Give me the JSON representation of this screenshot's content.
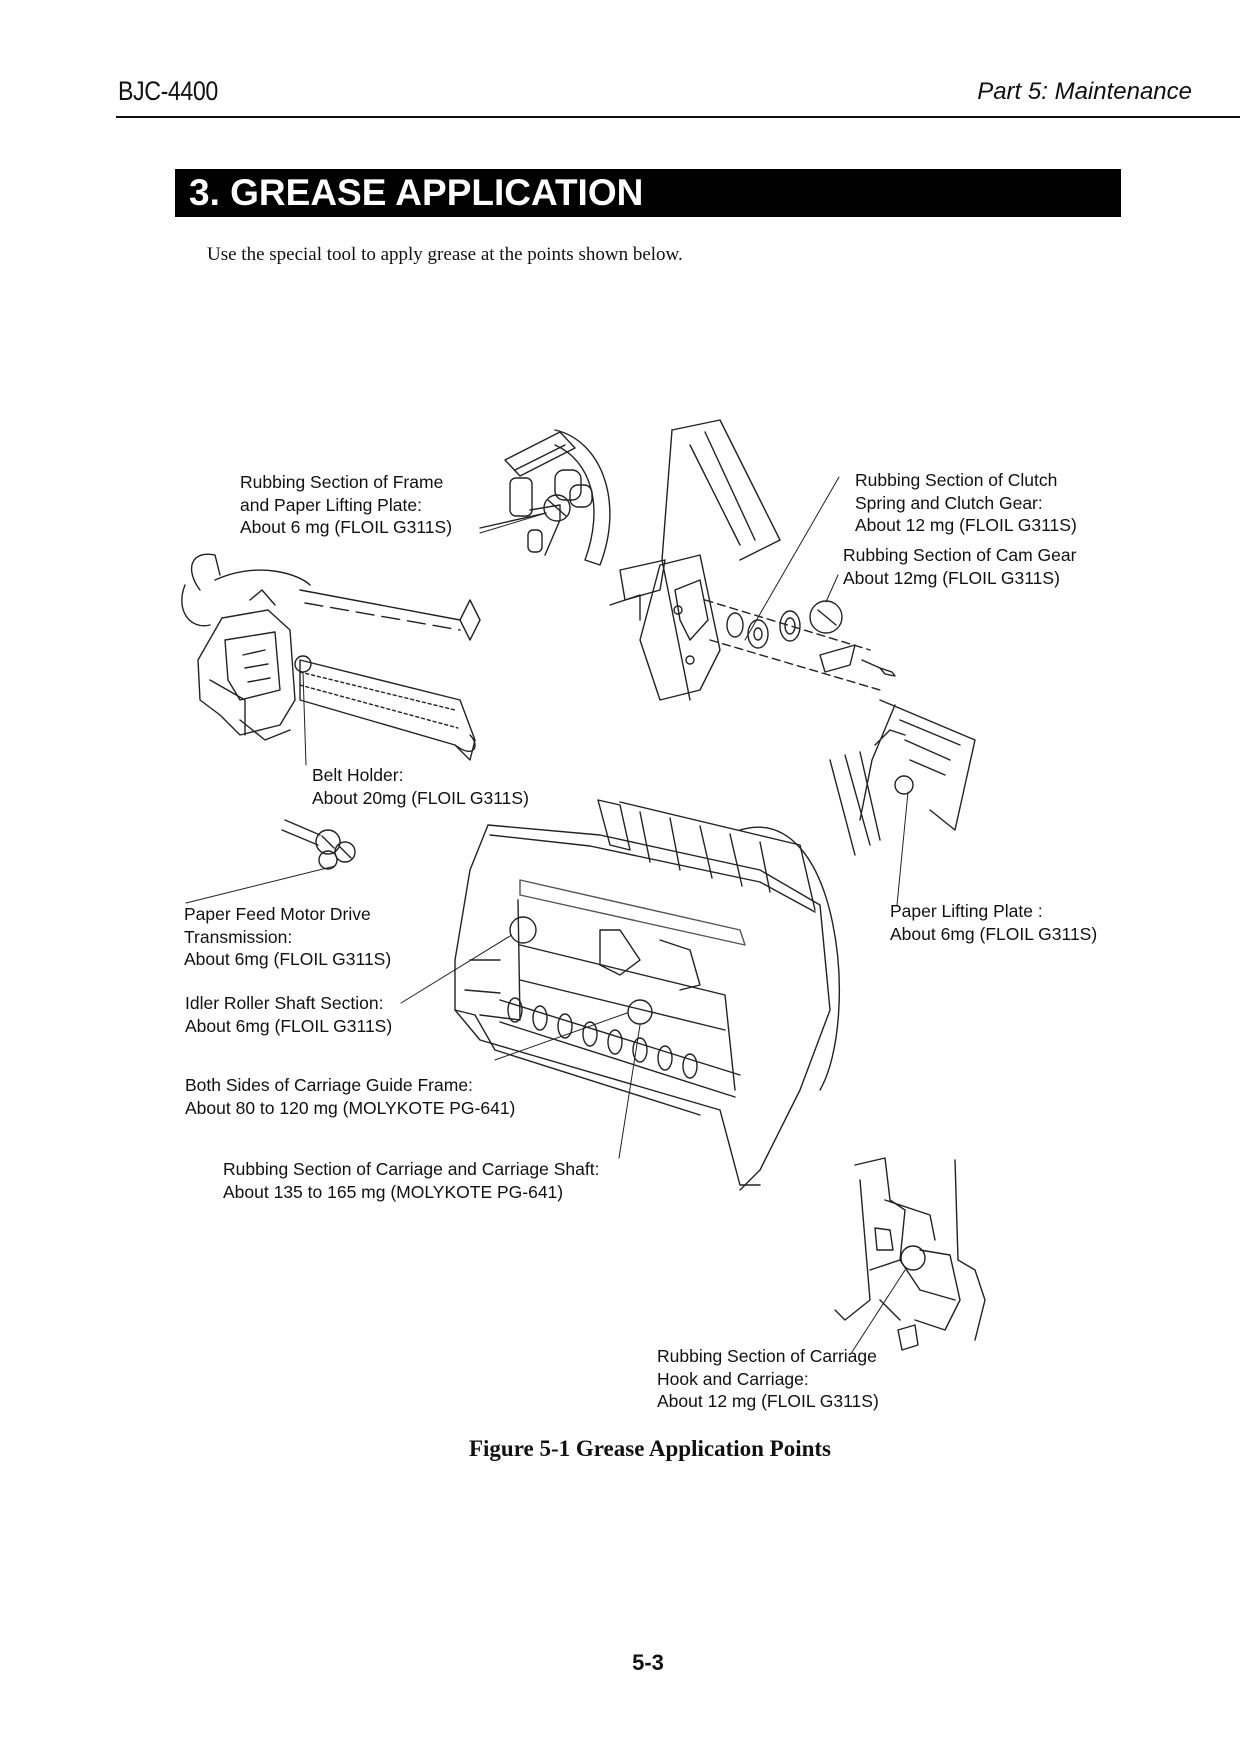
{
  "header": {
    "model": "BJC-4400",
    "part": "Part 5: Maintenance"
  },
  "section": {
    "title": "3. GREASE APPLICATION",
    "intro": "Use the special tool to apply grease at the points shown below."
  },
  "callouts": {
    "frame_lifting_plate": {
      "lines": [
        "Rubbing Section of Frame",
        "and Paper Lifting Plate:",
        "About 6 mg (FLOIL G311S)"
      ]
    },
    "clutch_spring_gear": {
      "lines": [
        "Rubbing Section of Clutch",
        "Spring and Clutch Gear:",
        "About 12 mg (FLOIL G311S)"
      ]
    },
    "cam_gear": {
      "lines": [
        "Rubbing Section of Cam Gear",
        "About 12mg (FLOIL G311S)"
      ]
    },
    "belt_holder": {
      "lines": [
        "Belt Holder:",
        "About 20mg (FLOIL G311S)"
      ]
    },
    "paper_feed_motor": {
      "lines": [
        "Paper Feed Motor Drive",
        "Transmission:",
        "About 6mg (FLOIL G311S)"
      ]
    },
    "paper_lifting_plate": {
      "lines": [
        "Paper Lifting Plate :",
        "About 6mg (FLOIL G311S)"
      ]
    },
    "idler_roller_shaft": {
      "lines": [
        "Idler Roller Shaft Section:",
        "About 6mg (FLOIL G311S)"
      ]
    },
    "carriage_guide_frame": {
      "lines": [
        "Both Sides of Carriage Guide Frame:",
        "About 80 to 120 mg (MOLYKOTE PG-641)"
      ]
    },
    "carriage_shaft": {
      "lines": [
        "Rubbing Section of Carriage and Carriage Shaft:",
        "About 135 to 165 mg (MOLYKOTE PG-641)"
      ]
    },
    "carriage_hook": {
      "lines": [
        "Rubbing Section of Carriage",
        "Hook and Carriage:",
        "About 12 mg (FLOIL G311S)"
      ]
    }
  },
  "figure": {
    "caption": "Figure 5-1 Grease Application Points"
  },
  "footer": {
    "page_number": "5-3"
  }
}
